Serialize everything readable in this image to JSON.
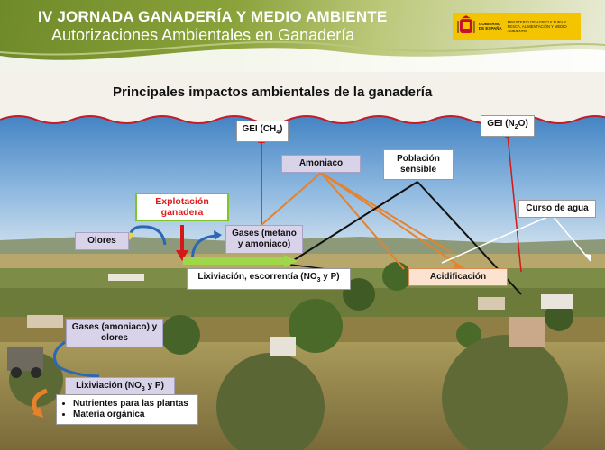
{
  "header": {
    "line1": "IV JORNADA GANADERÍA Y MEDIO AMBIENTE",
    "line2": "Autorizaciones Ambientales en Ganadería",
    "logo": {
      "gobierno": "GOBIERNO DE ESPAÑA",
      "ministerio": "MINISTERIO DE AGRICULTURA Y PESCA, ALIMENTACIÓN Y MEDIO AMBIENTE"
    }
  },
  "slide_title": "Principales impactos ambientales de la ganadería",
  "labels": {
    "gei_ch4": "GEI (CH",
    "gei_ch4_sub": "4",
    "gei_ch4_end": ")",
    "gei_n2o": "GEI (N",
    "gei_n2o_sub": "2",
    "gei_n2o_end": "O)",
    "amoniaco": "Amoniaco",
    "poblacion": "Población sensible",
    "curso_agua": "Curso de agua",
    "explotacion": "Explotación ganadera",
    "olores": "Olores",
    "gases_metano": "Gases (metano y amoniaco)",
    "lixiviacion_main": "Lixiviación, escorrentía (NO",
    "lixiviacion_main_sub": "3",
    "lixiviacion_main_end": " y P)",
    "acidificacion": "Acidificación",
    "gases_amoniaco_olores": "Gases (amoniaco) y olores",
    "lixiviacion_small": "Lixiviación (NO",
    "lixiviacion_small_sub": "3",
    "lixiviacion_small_end": " y P)",
    "nutrientes": [
      "Nutrientes para las plantas",
      "Materia orgánica"
    ]
  },
  "colors": {
    "header_green": "#7a9430",
    "red_arrow": "#d41818",
    "orange_line": "#e8822a",
    "black_line": "#111111",
    "lavender_box": "#d9d3ea",
    "acid_box": "#fbe3d0",
    "green_arrow": "#9ed84a"
  }
}
